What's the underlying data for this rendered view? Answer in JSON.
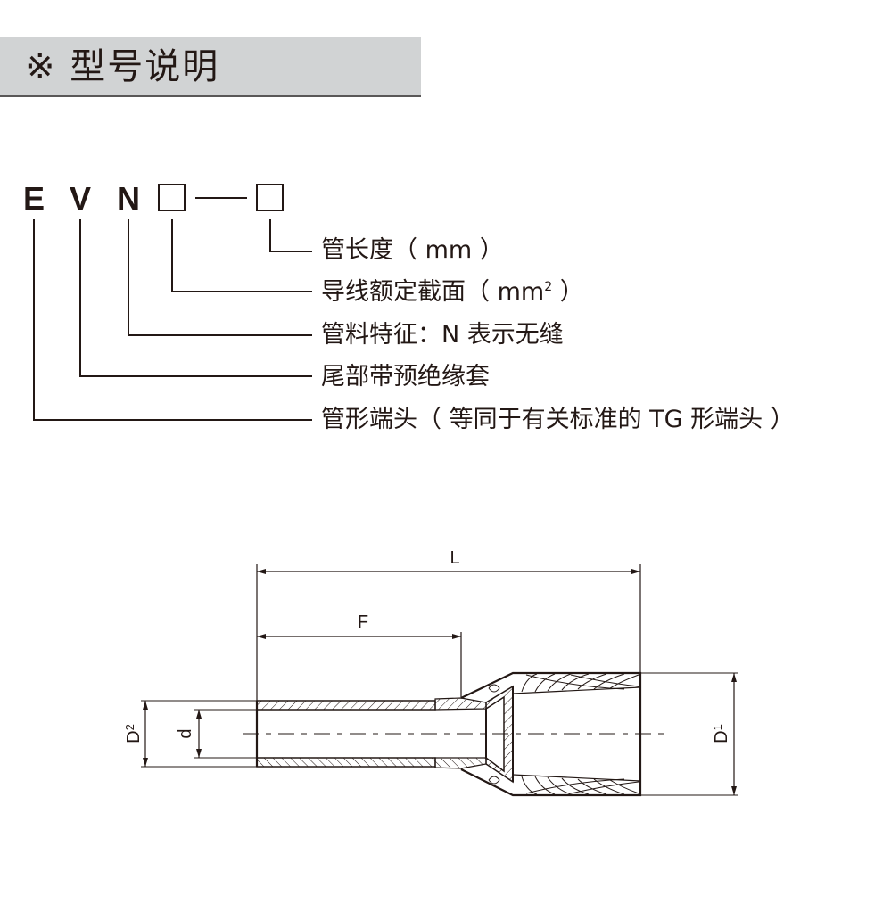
{
  "header": {
    "title": "※ 型号说明"
  },
  "model_code": {
    "letters": [
      "E",
      "V",
      "N"
    ],
    "placeholders": [
      "cross-section-box",
      "length-box"
    ],
    "separator": "—"
  },
  "explanations": [
    {
      "target": "length-box",
      "text": "管长度（ mm ）"
    },
    {
      "target": "cross-section-box",
      "text_before": "导线额定截面（ mm",
      "sup": "2",
      "text_after": " ）"
    },
    {
      "target": "N",
      "text": "管料特征：N 表示无缝"
    },
    {
      "target": "V",
      "text": "尾部带预绝缘套"
    },
    {
      "target": "E",
      "text": "管形端头（ 等同于有关标准的 TG 形端头 ）"
    }
  ],
  "drawing": {
    "dimensions": {
      "overall_length": "L",
      "tube_length": "F",
      "insulation_diameter": "D1",
      "tube_outer_diameter": "D2",
      "inner_diameter": "d"
    },
    "dimension_labels": {
      "L": "L",
      "F": "F",
      "D1_main": "D",
      "D1_sub": "1",
      "D2_main": "D",
      "D2_sub": "2",
      "d": "d"
    },
    "colors": {
      "line": "#231815",
      "title_bg": "#d1d3d4",
      "title_rule": "#595757"
    }
  }
}
